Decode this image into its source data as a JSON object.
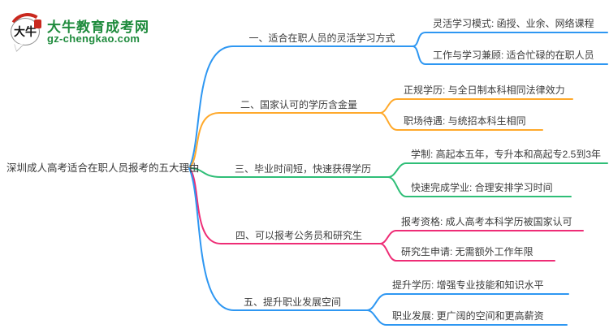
{
  "logo": {
    "brand": "大牛教育成考网",
    "domain": "gz-chengkao.com",
    "icon_text": "大牛"
  },
  "root": {
    "title": "深圳成人高考适合在职人员报考的五大理由"
  },
  "colors": {
    "blue": "#2e97f2",
    "orange": "#ffa92b",
    "green": "#2fbe77",
    "pink": "#ee2d76",
    "brand_green": "#1f8b3d",
    "text": "#3c3c3c"
  },
  "branches": [
    {
      "label": "一、适合在职人员的灵活学习方式",
      "color": "#2e97f2",
      "children": [
        "灵活学习模式: 函授、业余、网络课程",
        "工作与学习兼顾: 适合忙碌的在职人员"
      ]
    },
    {
      "label": "二、国家认可的学历含金量",
      "color": "#ffa92b",
      "children": [
        "正规学历: 与全日制本科相同法律效力",
        "职场待遇: 与统招本科生相同"
      ]
    },
    {
      "label": "三、毕业时间短，快速获得学历",
      "color": "#2fbe77",
      "children": [
        "学制: 高起本五年，专升本和高起专2.5到3年",
        "快速完成学业: 合理安排学习时间"
      ]
    },
    {
      "label": "四、可以报考公务员和研究生",
      "color": "#ee2d76",
      "children": [
        "报考资格: 成人高考本科学历被国家认可",
        "研究生申请: 无需额外工作年限"
      ]
    },
    {
      "label": "五、提升职业发展空间",
      "color": "#2e97f2",
      "children": [
        "提升学历: 增强专业技能和知识水平",
        "职业发展: 更广阔的空间和更高薪资"
      ]
    }
  ]
}
